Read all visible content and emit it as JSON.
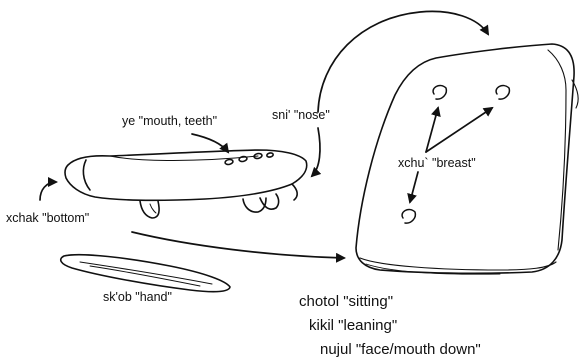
{
  "labels": {
    "ye": "ye \"mouth, teeth\"",
    "sni": "sni' \"nose\"",
    "xchu": "xchu` \"breast\"",
    "xchak": "xchak \"bottom\"",
    "skob": "sk'ob \"hand\""
  },
  "positions_list": [
    "chotol \"sitting\"",
    "kikil \"leaning\"",
    "nujul  \"face/mouth down\""
  ],
  "colors": {
    "ink": "#111111",
    "paper": "#ffffff"
  }
}
